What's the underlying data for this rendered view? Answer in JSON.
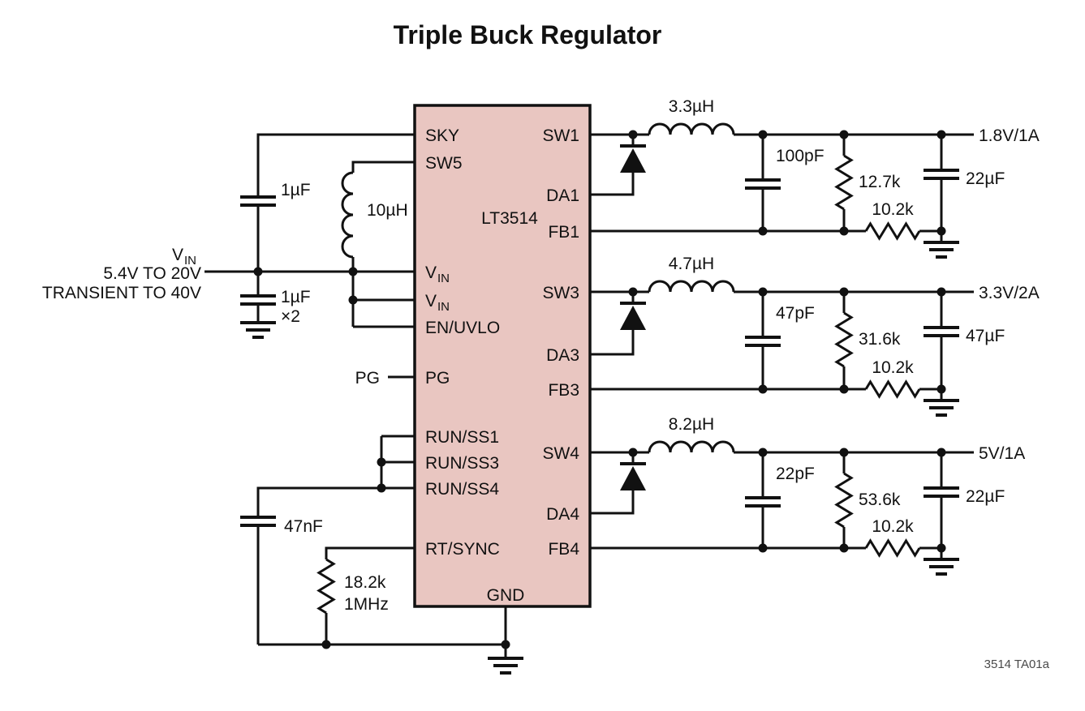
{
  "title": "Triple Buck Regulator",
  "doc_ref": "3514 TA01a",
  "colors": {
    "ic_fill": "#e9c6c1",
    "line": "#111111"
  },
  "ic": {
    "part": "LT3514",
    "pins": {
      "sky": "SKY",
      "sw5": "SW5",
      "vin_v": "V",
      "vin_sub": "IN",
      "en_uvlo": "EN/UVLO",
      "pg": "PG",
      "run_ss1": "RUN/SS1",
      "run_ss3": "RUN/SS3",
      "run_ss4": "RUN/SS4",
      "rt_sync": "RT/SYNC",
      "sw1": "SW1",
      "da1": "DA1",
      "fb1": "FB1",
      "sw3": "SW3",
      "da3": "DA3",
      "fb3": "FB3",
      "sw4": "SW4",
      "da4": "DA4",
      "fb4": "FB4",
      "gnd": "GND"
    }
  },
  "input": {
    "v": "V",
    "v_sub": "IN",
    "range": "5.4V TO 20V",
    "transient": "TRANSIENT TO 40V",
    "bypass_cap": "1µF",
    "input_cap": "1µF",
    "input_cap_mult": "×2",
    "boost_inductor": "10µH",
    "pg_net": "PG",
    "ss_cap": "47nF",
    "rt_res": "18.2k",
    "rt_freq": "1MHz"
  },
  "channels": [
    {
      "inductor": "3.3µH",
      "ff_cap": "100pF",
      "r_top": "12.7k",
      "r_bot": "10.2k",
      "out_cap": "22µF",
      "output": "1.8V/1A"
    },
    {
      "inductor": "4.7µH",
      "ff_cap": "47pF",
      "r_top": "31.6k",
      "r_bot": "10.2k",
      "out_cap": "47µF",
      "output": "3.3V/2A"
    },
    {
      "inductor": "8.2µH",
      "ff_cap": "22pF",
      "r_top": "53.6k",
      "r_bot": "10.2k",
      "out_cap": "22µF",
      "output": "5V/1A"
    }
  ]
}
